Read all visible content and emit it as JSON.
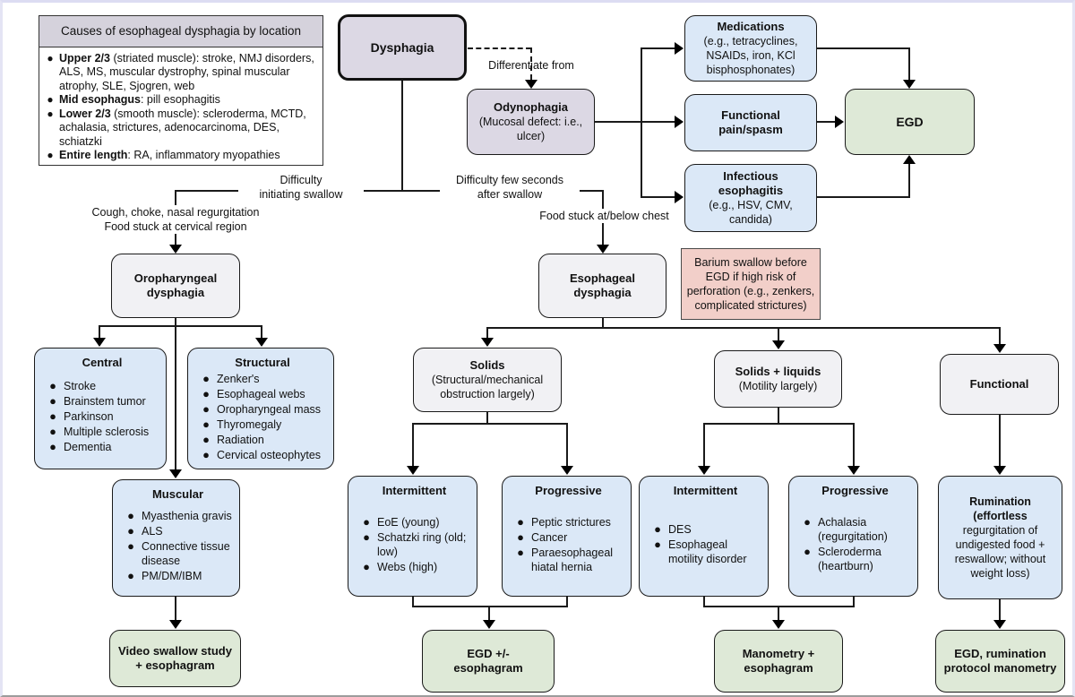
{
  "legend": {
    "title": "Causes of esophageal dysphagia by location",
    "items": [
      {
        "lead": "Upper 2/3",
        "rest": " (striated muscle): stroke, NMJ disorders, ALS, MS, muscular dystrophy, spinal muscular atrophy, SLE, Sjogren, web"
      },
      {
        "lead": "Mid esophagus",
        "rest": ": pill esophagitis"
      },
      {
        "lead": "Lower 2/3",
        "rest": " (smooth muscle): scleroderma, MCTD, achalasia, strictures, adenocarcinoma, DES, schiatzki"
      },
      {
        "lead": "Entire length",
        "rest": ": RA, inflammatory myopathies"
      }
    ]
  },
  "nodes": {
    "dysphagia": {
      "title": "Dysphagia"
    },
    "odynophagia": {
      "title": "Odynophagia",
      "subtitle": "(Mucosal defect: i.e., ulcer)"
    },
    "medications": {
      "title": "Medications",
      "subtitle": "(e.g., tetracyclines, NSAIDs, iron, KCl bisphosphonates)"
    },
    "functional_pain": {
      "title": "Functional pain/spasm"
    },
    "infectious": {
      "title": "Infectious esophagitis",
      "subtitle": "(e.g., HSV, CMV, candida)"
    },
    "egd": {
      "title": "EGD"
    },
    "oropharyngeal": {
      "title": "Oropharyngeal dysphagia"
    },
    "esophageal": {
      "title": "Esophageal dysphagia"
    },
    "barium_note": {
      "text": "Barium swallow before EGD if high risk of perforation (e.g., zenkers, complicated strictures)"
    },
    "central": {
      "title": "Central",
      "items": [
        "Stroke",
        "Brainstem tumor",
        "Parkinson",
        "Multiple sclerosis",
        "Dementia"
      ]
    },
    "structural": {
      "title": "Structural",
      "items": [
        "Zenker's",
        "Esophageal webs",
        "Oropharyngeal mass",
        "Thyromegaly",
        "Radiation",
        "Cervical osteophytes"
      ]
    },
    "muscular": {
      "title": "Muscular",
      "items": [
        "Myasthenia gravis",
        "ALS",
        "Connective tissue disease",
        "PM/DM/IBM"
      ]
    },
    "video_swallow": {
      "title": "Video swallow study + esophagram"
    },
    "solids": {
      "title": "Solids",
      "subtitle": "(Structural/mechanical obstruction largely)"
    },
    "solids_liquids": {
      "title": "Solids + liquids",
      "subtitle": "(Motility largely)"
    },
    "functional": {
      "title": "Functional"
    },
    "solids_intermittent": {
      "title": "Intermittent",
      "items": [
        "EoE (young)",
        "Schatzki ring (old; low)",
        "Webs (high)"
      ]
    },
    "solids_progressive": {
      "title": "Progressive",
      "items": [
        "Peptic strictures",
        "Cancer",
        "Paraesophageal hiatal hernia"
      ]
    },
    "motility_intermittent": {
      "title": "Intermittent",
      "items": [
        "DES",
        "Esophageal motility disorder"
      ]
    },
    "motility_progressive": {
      "title": "Progressive",
      "items": [
        "Achalasia (regurgitation)",
        "Scleroderma (heartburn)"
      ]
    },
    "rumination": {
      "title_bold": "Rumination (effortless",
      "title_rest": "regurgitation of undigested food + reswallow; without weight loss)"
    },
    "egd_esophagram": {
      "title": "EGD +/- esophagram"
    },
    "manometry": {
      "title": "Manometry + esophagram"
    },
    "egd_rumination": {
      "title": "EGD, rumination protocol manometry"
    }
  },
  "edge_labels": {
    "differentiate": "Differentiate from",
    "difficulty_initiating": [
      "Difficulty",
      "initiating swallow"
    ],
    "difficulty_after": [
      "Difficulty few seconds",
      "after swallow"
    ],
    "cough_choke": [
      "Cough, choke, nasal regurgitation",
      "Food stuck at cervical region"
    ],
    "food_chest": "Food stuck at/below chest"
  },
  "colors": {
    "blue_node": "#dbe8f7",
    "green_node": "#dee9d7",
    "gray_node": "#f1f1f4",
    "purple_node": "#dcd8e4",
    "pink_note": "#f2cfc9",
    "line": "#1a1a1a"
  }
}
